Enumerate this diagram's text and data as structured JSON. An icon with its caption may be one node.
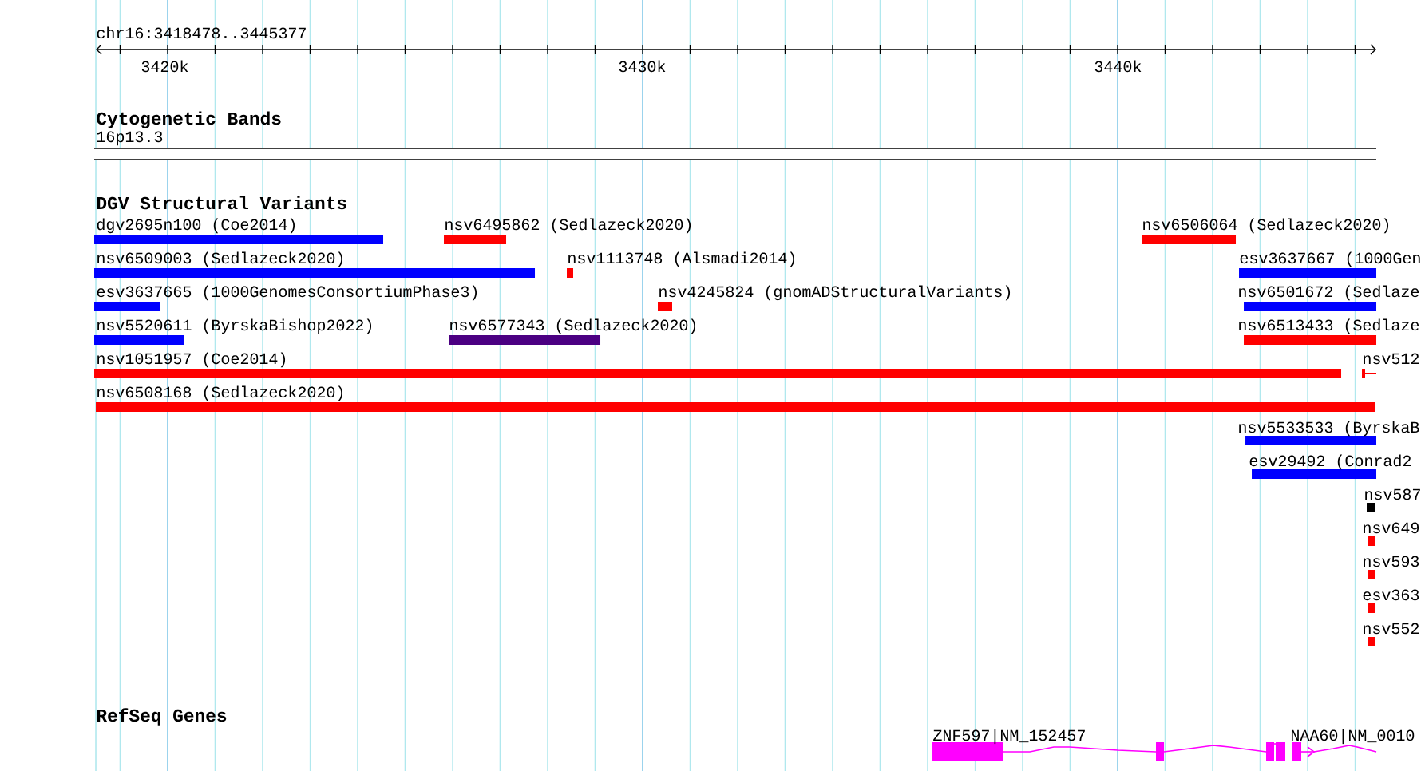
{
  "diagram": {
    "labels": [
      "chr16:3418478..3445377",
      "3420k",
      "3430k",
      "3440k",
      "Cytogenetic Bands",
      "16p13.3",
      "DGV Structural Variants",
      "dgv2695n100 (Coe2014)",
      "nsv6495862 (Sedlazeck2020)",
      "nsv6506064 (Sedlazeck2020)",
      "nsv6509003 (Sedlazeck2020)",
      "nsv1113748 (Alsmadi2014)",
      "esv3637667 (1000Gen",
      "esv3637665 (1000GenomesConsortiumPhase3)",
      "nsv4245824 (gnomADStructuralVariants)",
      "nsv6501672 (Sedlaze",
      "nsv5520611 (ByrskaBishop2022)",
      "nsv6577343 (Sedlazeck2020)",
      "nsv6513433 (Sedlaze",
      "nsv1051957 (Coe2014)",
      "nsv512",
      "nsv6508168 (Sedlazeck2020)",
      "nsv5533533 (ByrskaB",
      "esv29492 (Conrad2",
      "nsv587",
      "nsv649",
      "nsv593",
      "esv363",
      "nsv552",
      "RefSeq Genes",
      "ZNF597|NM_152457",
      "NAA60|NM_0010"
    ]
  }
}
